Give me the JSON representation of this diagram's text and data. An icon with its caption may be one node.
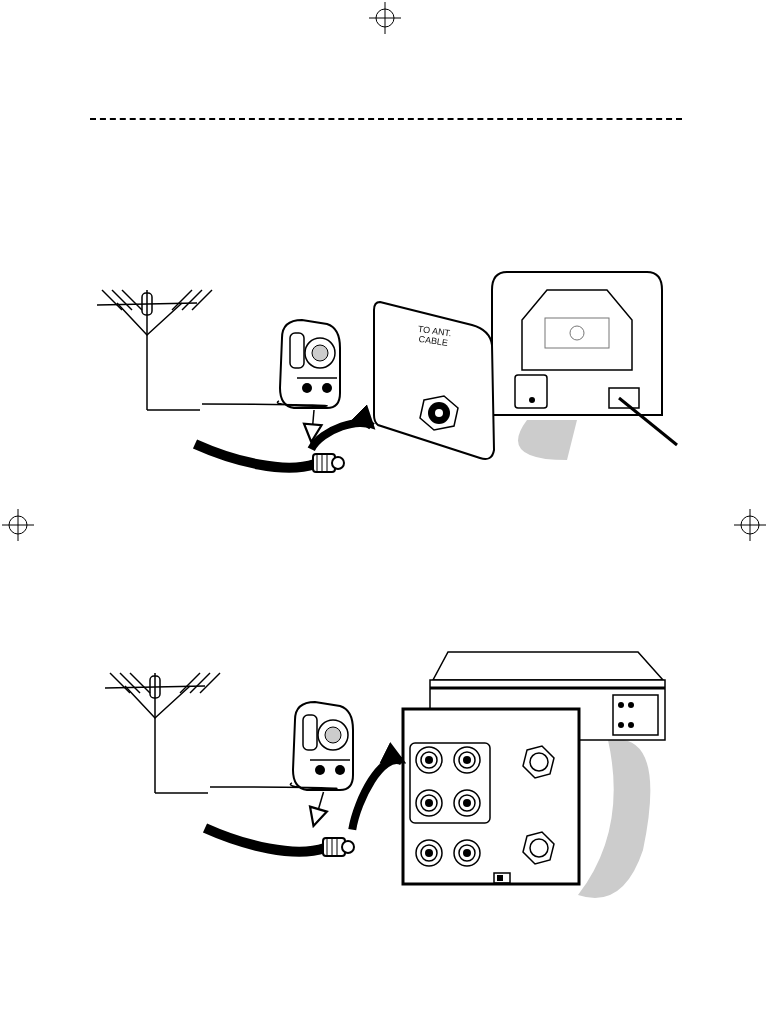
{
  "diagram": {
    "nodes": [
      {
        "text": [],
        "shape": "picture"
      },
      {
        "text": [],
        "shape": "picture"
      },
      {
        "text": [],
        "shape": "picture"
      },
      {
        "text": [
          "TO ANT. CABLE"
        ]
      },
      {
        "text": [],
        "shape": "picture"
      },
      {
        "text": [],
        "shape": "picture"
      },
      {
        "text": [],
        "shape": "picture"
      },
      {
        "text": [],
        "shape": "picture"
      },
      {
        "text": [],
        "shape": "picture"
      },
      {
        "text": [],
        "shape": "picture"
      }
    ],
    "edges": [
      {
        "from": 0,
        "to": 1,
        "arrow": "none"
      },
      {
        "from": 1,
        "to": 2,
        "arrow": "to"
      },
      {
        "from": 2,
        "to": 3,
        "arrow": "to",
        "style": "thick"
      },
      {
        "from": 5,
        "to": 6,
        "arrow": "none"
      },
      {
        "from": 6,
        "to": 7,
        "arrow": "to"
      },
      {
        "from": 7,
        "to": 8,
        "arrow": "to",
        "style": "thick"
      }
    ]
  }
}
